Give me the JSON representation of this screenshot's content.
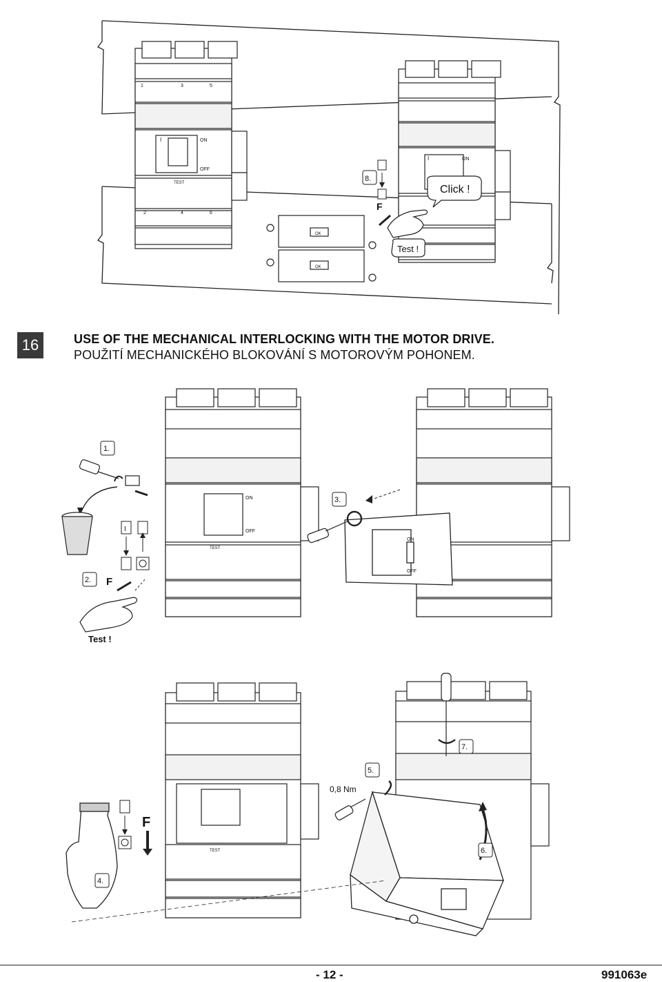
{
  "section": {
    "number": "16"
  },
  "title": {
    "en": "USE OF THE MECHANICAL INTERLOCKING WITH THE MOTOR DRIVE.",
    "cz": "POUŽITÍ MECHANICKÉHO BLOKOVÁNÍ S MOTOROVÝM POHONEM."
  },
  "callouts": {
    "step1": "1.",
    "step2": "2.",
    "step3": "3.",
    "step4": "4.",
    "step5": "5.",
    "step6": "6.",
    "step7": "7.",
    "step8": "8."
  },
  "annotations": {
    "click": "Click !",
    "test_top": "Test !",
    "test_mid": "Test !",
    "force_top": "F",
    "force_mid": "F",
    "force_bottom": "F",
    "torque": "0,8 Nm"
  },
  "breaker_labels": {
    "on": "ON",
    "off": "OFF",
    "test": "TEST",
    "ok": "OK",
    "pos_on": "I",
    "terminals_top": [
      "1",
      "3",
      "5"
    ],
    "terminals_bottom": [
      "2",
      "4",
      "6"
    ]
  },
  "footer": {
    "page": "- 12 -",
    "code": "991063e"
  },
  "icons": [
    "breaker-drawing",
    "hand-icon",
    "screwdriver-icon",
    "wastebin-icon",
    "arrow-icon",
    "push-button-icon"
  ]
}
